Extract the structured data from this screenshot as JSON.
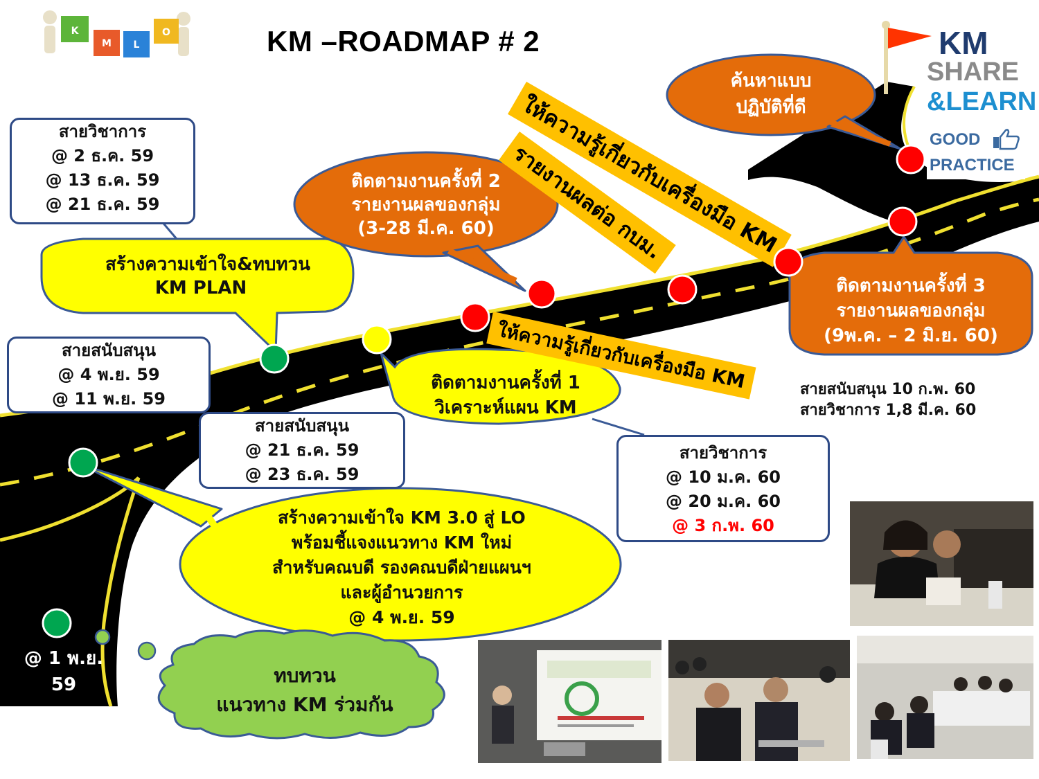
{
  "title": "KM –ROADMAP # 2",
  "logo_kmlo": {
    "letters": [
      "K",
      "M",
      "L",
      "O"
    ]
  },
  "logo_share": {
    "line1": "KM",
    "line2": "SHARE",
    "line3": "&LEARN",
    "line4": "GOOD",
    "line5": "PRACTICE"
  },
  "boxes": {
    "academic_top": [
      "สายวิชาการ",
      "@ 2 ธ.ค. 59",
      "@ 13 ธ.ค. 59",
      "@ 21 ธ.ค. 59"
    ],
    "support_left": [
      "สายสนับสนุน",
      "@ 4 พ.ย. 59",
      "@ 11 พ.ย. 59"
    ],
    "support_mid": [
      "สายสนับสนุน",
      "@ 21 ธ.ค. 59",
      "@ 23 ธ.ค. 59"
    ],
    "academic_right": [
      "สายวิชาการ",
      "@ 10 ม.ค. 60",
      "@ 20 ม.ค. 60",
      "@ 3 ก.พ. 60"
    ]
  },
  "bubbles": {
    "km_plan": [
      "สร้างความเข้าใจ&ทบทวน",
      "KM PLAN"
    ],
    "follow1": [
      "ติดตามงานครั้งที่ 1",
      "วิเคราะห์แผน KM"
    ],
    "follow2": [
      "ติดตามงานครั้งที่ 2",
      "รายงานผลของกลุ่ม",
      "(3-28 มี.ค. 60)"
    ],
    "follow3": [
      "ติดตามงานครั้งที่ 3",
      "รายงานผลของกลุ่ม",
      "(9พ.ค. – 2 มิ.ย. 60)"
    ],
    "best_practice": [
      "ค้นหาแบบ",
      "ปฏิบัติที่ดี"
    ],
    "km30": [
      "สร้างความเข้าใจ KM 3.0 สู่ LO",
      "พร้อมชี้แจงแนวทาง KM ใหม่",
      "สำหรับคณบดี รองคณบดีฝ่ายแผนฯ",
      "และผู้อำนวยการ",
      "@ 4 พ.ย. 59"
    ],
    "review": [
      "ทบทวน",
      "แนวทาง KM ร่วมกัน"
    ]
  },
  "banners": {
    "tools_top": "ให้ความรู้เกี่ยวกับเครื่องมือ KM",
    "report": "รายงานผลต่อ กบม.",
    "tools_mid": "ให้ความรู้เกี่ยวกับเครื่องมือ KM"
  },
  "notes": {
    "start": [
      "@ 1 พ.ย.",
      "59"
    ],
    "right": [
      "สายสนับสนุน 10 ก.พ. 60",
      "สายวิชาการ 1,8 มี.ค. 60"
    ]
  },
  "photos": [
    "meeting-speaker-photo",
    "seminar-presenter-photo",
    "audience-seated-photo",
    "group-discussion-photo"
  ],
  "colors": {
    "road": "#000000",
    "road_line": "#f0e030",
    "yellow_bubble": "#ffff00",
    "orange_bubble": "#e46c0a",
    "green_cloud": "#92d050",
    "box_border": "#2e4a86",
    "banner": "#ffc000",
    "red_dot": "#ff0000",
    "green_dot": "#00a650",
    "highlight_text": "#ff0000"
  }
}
